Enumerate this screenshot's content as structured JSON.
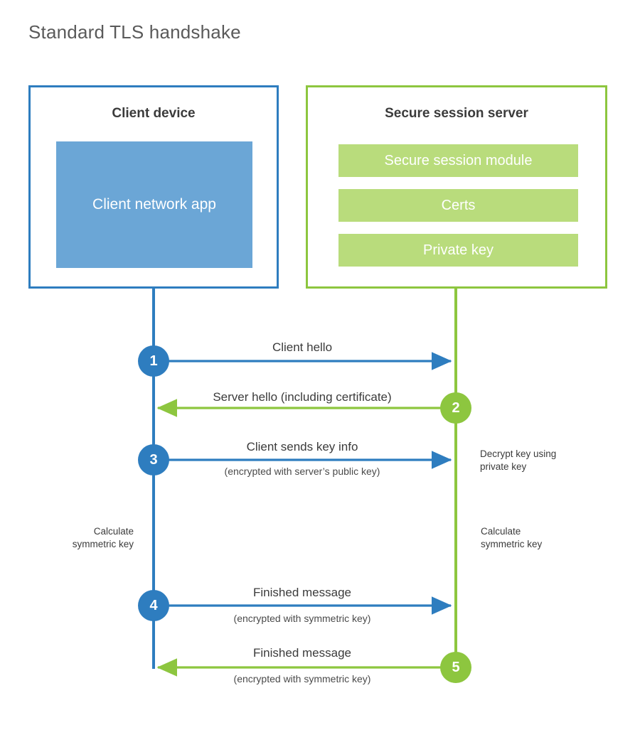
{
  "page": {
    "title": "Standard TLS handshake"
  },
  "colors": {
    "client_accent": "#2E7DBF",
    "client_fill": "#6BA6D6",
    "server_accent": "#8DC63F",
    "server_fill": "#B9DC7C",
    "text": "#3b3b3b",
    "title_text": "#5a5a5a",
    "background": "#ffffff"
  },
  "client": {
    "title": "Client device",
    "app_label": "Client network app"
  },
  "server": {
    "title": "Secure session server",
    "components": [
      {
        "label": "Secure session module"
      },
      {
        "label": "Certs"
      },
      {
        "label": "Private key"
      }
    ]
  },
  "steps": [
    {
      "number": "1",
      "label": "Client hello",
      "sub": "",
      "direction": "client-to-server",
      "color": "#2E7DBF"
    },
    {
      "number": "2",
      "label": "Server hello (including certificate)",
      "sub": "",
      "direction": "server-to-client",
      "color": "#8DC63F"
    },
    {
      "number": "3",
      "label": "Client sends key info",
      "sub": "(encrypted with server’s public key)",
      "direction": "client-to-server",
      "color": "#2E7DBF"
    },
    {
      "number": "4",
      "label": "Finished message",
      "sub": "(encrypted with symmetric key)",
      "direction": "client-to-server",
      "color": "#2E7DBF"
    },
    {
      "number": "5",
      "label": "Finished message",
      "sub": "(encrypted with symmetric key)",
      "direction": "server-to-client",
      "color": "#8DC63F"
    }
  ],
  "annotations": {
    "server_decrypt": "Decrypt key using\nprivate key",
    "client_calculate": "Calculate\nsymmetric key",
    "server_calculate": "Calculate\nsymmetric key"
  }
}
